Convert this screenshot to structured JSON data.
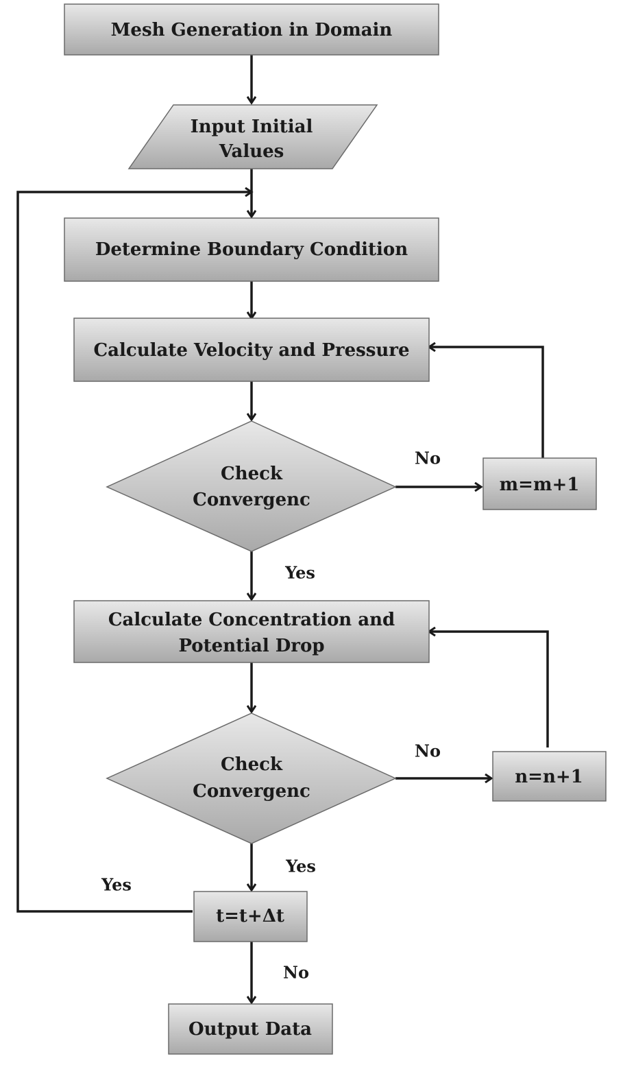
{
  "colors": {
    "shape_fill_light": "#e8e8e8",
    "shape_fill_dark": "#a9a9a9",
    "shape_stroke": "#6a6a6a",
    "line": "#1a1a1a"
  },
  "nodes": {
    "mesh": {
      "line1": "Mesh Generation in Domain"
    },
    "input": {
      "line1": "Input Initial",
      "line2": "Values"
    },
    "boundary": {
      "line1": "Determine Boundary Condition"
    },
    "velocity": {
      "line1": "Calculate Velocity and Pressure"
    },
    "check1": {
      "line1": "Check",
      "line2": "Convergenc"
    },
    "m_inc": {
      "line1": "m=m+1"
    },
    "concentration": {
      "line1": "Calculate Concentration and",
      "line2": "Potential Drop"
    },
    "check2": {
      "line1": "Check",
      "line2": "Convergenc"
    },
    "n_inc": {
      "line1": "n=n+1"
    },
    "time_step": {
      "line1": "t=t+Δt"
    },
    "output": {
      "line1": "Output Data"
    }
  },
  "edge_labels": {
    "check1_no": "No",
    "check1_yes": "Yes",
    "check2_no": "No",
    "check2_yes": "Yes",
    "time_yes": "Yes",
    "time_no": "No"
  }
}
